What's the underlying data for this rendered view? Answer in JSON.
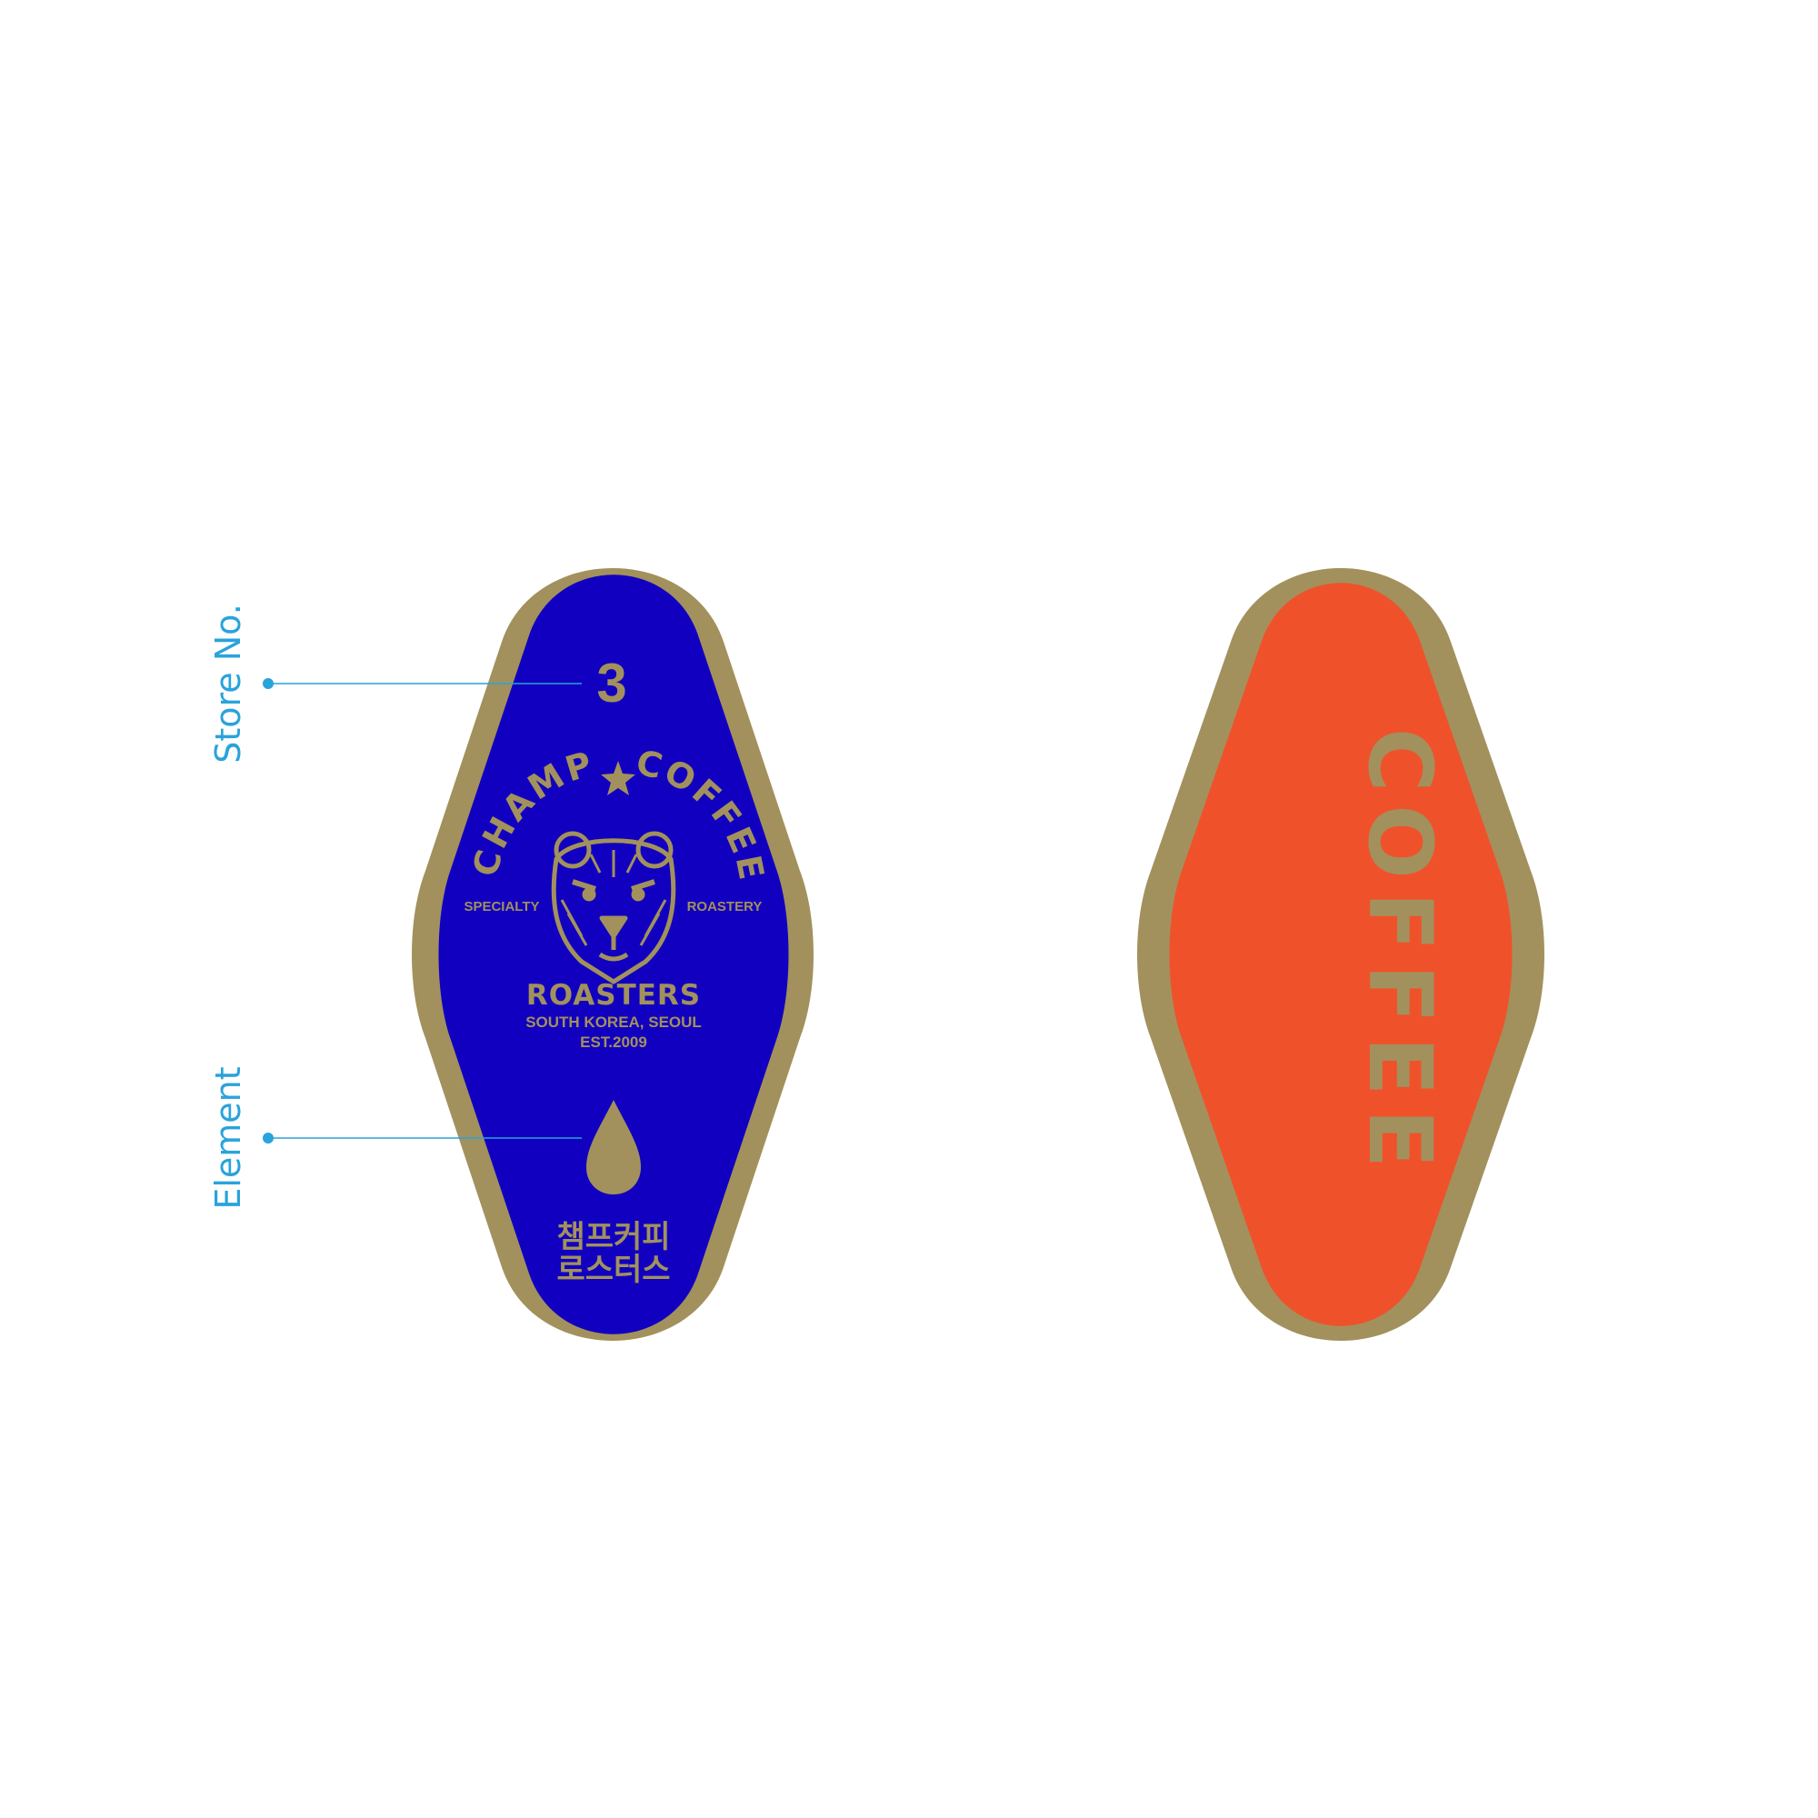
{
  "colors": {
    "background": "#ffffff",
    "gold": "#a2915d",
    "blue_tag": "#1100bf",
    "orange_tag": "#ef522b",
    "annotation": "#29a3dc"
  },
  "annotations": {
    "store_no_label": "Store No.",
    "element_label": "Element"
  },
  "front_tag": {
    "store_number": "3",
    "arc_left": "CHAMP",
    "arc_right": "COFFEE",
    "specialty": "SPECIALTY",
    "roastery": "ROASTERY",
    "roasters": "ROASTERS",
    "location": "SOUTH KOREA, SEOUL",
    "established": "EST.2009",
    "korean_line1": "챔프커피",
    "korean_line2": "로스터스",
    "logo_icon": "bear-head-icon",
    "star_icon": "star-icon",
    "element_icon": "water-drop-icon"
  },
  "back_tag": {
    "word": "COFFEE"
  }
}
